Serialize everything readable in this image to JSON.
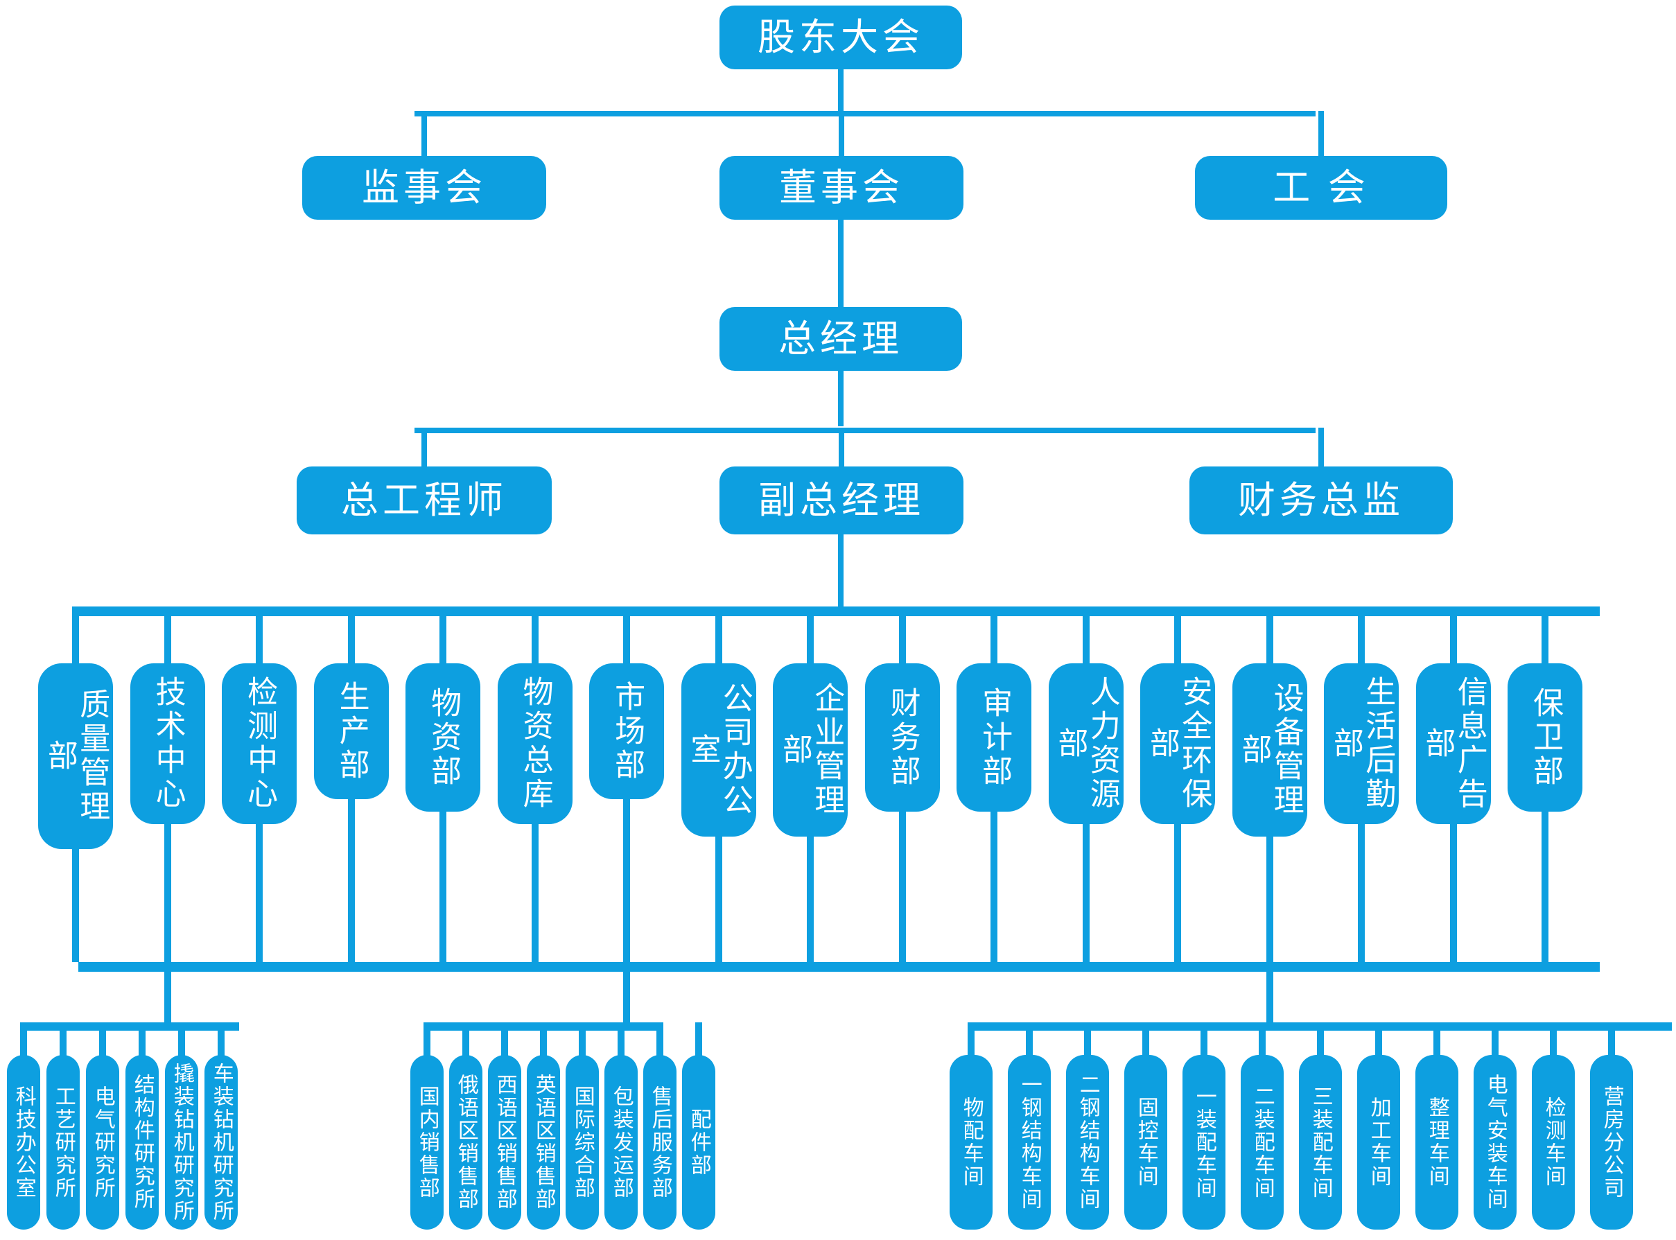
{
  "chart_title": "",
  "colors": {
    "accent": "#0D9FE0",
    "text_on_accent": "#ffffff",
    "background": "#ffffff"
  },
  "levels": {
    "level1": {
      "label": "股东大会"
    },
    "level2": [
      {
        "label": "监事会"
      },
      {
        "label": "董事会"
      },
      {
        "label": "工 会"
      }
    ],
    "level3": {
      "label": "总经理"
    },
    "level4": [
      {
        "label": "总工程师"
      },
      {
        "label": "副总经理"
      },
      {
        "label": "财务总监"
      }
    ]
  },
  "departments": [
    {
      "label": "质量管理部"
    },
    {
      "label": "技术中心"
    },
    {
      "label": "检测中心"
    },
    {
      "label": "生产部"
    },
    {
      "label": "物资部"
    },
    {
      "label": "物资总库"
    },
    {
      "label": "市场部"
    },
    {
      "label": "公司办公室"
    },
    {
      "label": "企业管理部"
    },
    {
      "label": "财务部"
    },
    {
      "label": "审计部"
    },
    {
      "label": "人力资源部"
    },
    {
      "label": "安全环保部"
    },
    {
      "label": "设备管理部"
    },
    {
      "label": "生活后勤部"
    },
    {
      "label": "信息广告部"
    },
    {
      "label": "保卫部"
    }
  ],
  "subgroups": {
    "technology_center": [
      {
        "label": "科技办公室"
      },
      {
        "label": "工艺研究所"
      },
      {
        "label": "电气研究所"
      },
      {
        "label": "结构件研究所"
      },
      {
        "label": "撬装钻机研究所"
      },
      {
        "label": "车装钻机研究所"
      }
    ],
    "market_department": [
      {
        "label": "国内销售部"
      },
      {
        "label": "俄语区销售部"
      },
      {
        "label": "西语区销售部"
      },
      {
        "label": "英语区销售部"
      },
      {
        "label": "国际综合部"
      },
      {
        "label": "包装发运部"
      },
      {
        "label": "售后服务部"
      },
      {
        "label": "配件部"
      }
    ],
    "production_department": [
      {
        "label": "物配车间"
      },
      {
        "label": "一钢结构车间"
      },
      {
        "label": "二钢结构车间"
      },
      {
        "label": "固控车间"
      },
      {
        "label": "一装配车间"
      },
      {
        "label": "二装配车间"
      },
      {
        "label": "三装配车间"
      },
      {
        "label": "加工车间"
      },
      {
        "label": "整理车间"
      },
      {
        "label": "电气安装车间"
      },
      {
        "label": "检测车间"
      },
      {
        "label": "营房分公司"
      }
    ]
  }
}
